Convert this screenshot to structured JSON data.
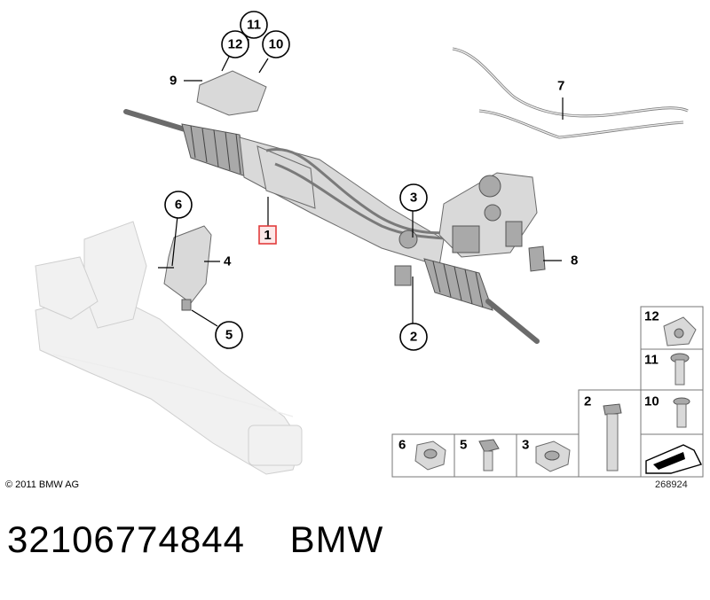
{
  "diagram": {
    "callouts": [
      "11",
      "12",
      "10",
      "9",
      "7",
      "6",
      "3",
      "1",
      "4",
      "8",
      "5",
      "2"
    ],
    "parts_table": {
      "right_column": [
        "12",
        "11",
        "10"
      ],
      "middle": "2",
      "bottom_row": [
        "6",
        "5",
        "3"
      ]
    }
  },
  "footer": {
    "copyright": "© 2011 BMW AG",
    "reference_number": "268924",
    "part_number": "32106774844",
    "brand": "BMW"
  }
}
